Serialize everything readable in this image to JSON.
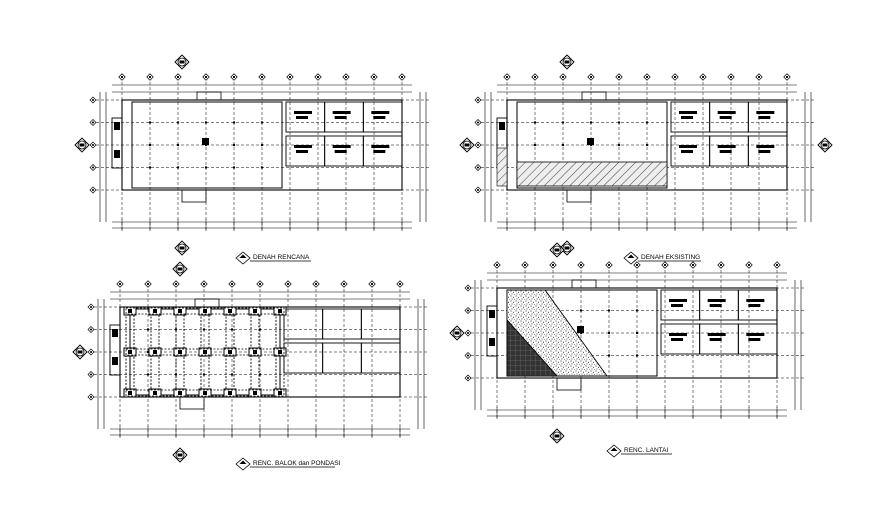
{
  "drawing": {
    "background": "#ffffff",
    "line_color": "#000000",
    "grid_color": "#555555",
    "hatch_color": "#555555",
    "plans": [
      {
        "id": "denah-rencana",
        "caption": "DENAH RENCANA",
        "fill": "none"
      },
      {
        "id": "denah-eksisting",
        "caption": "DENAH EKSISTING",
        "fill": "hatch"
      },
      {
        "id": "renc-balok-pondasi",
        "caption": "RENC. BALOK dan PONDASI",
        "fill": "beams"
      },
      {
        "id": "renc-lantai",
        "caption": "RENC. LANTAI",
        "fill": "stipple"
      }
    ]
  }
}
